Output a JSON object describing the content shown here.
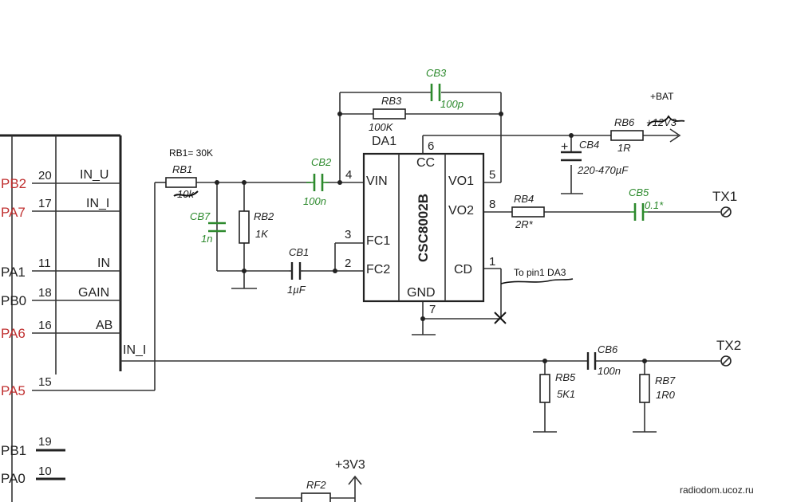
{
  "mcu": {
    "bus_label": "IN_I",
    "pins": [
      {
        "port": "PB2",
        "num": "20",
        "func": "IN_U",
        "red": true
      },
      {
        "port": "PA7",
        "num": "17",
        "func": "IN_I",
        "red": true
      },
      {
        "port": "PA1",
        "num": "11",
        "func": "IN",
        "red": false
      },
      {
        "port": "PB0",
        "num": "18",
        "func": "GAIN",
        "red": false
      },
      {
        "port": "PA6",
        "num": "16",
        "func": "AB",
        "red": true
      },
      {
        "port": "PA5",
        "num": "15",
        "func": "",
        "red": true
      },
      {
        "port": "PB1",
        "num": "19",
        "func": "",
        "red": false
      },
      {
        "port": "PA0",
        "num": "10",
        "func": "",
        "red": false
      }
    ]
  },
  "chip": {
    "name": "CSC8002B",
    "ref": "DA1",
    "pins": {
      "vin": "VIN",
      "cc": "CC",
      "vo1": "VO1",
      "vo2": "VO2",
      "fc1": "FC1",
      "fc2": "FC2",
      "cd": "CD",
      "gnd": "GND"
    },
    "pin_numbers": {
      "vin": "4",
      "cc": "6",
      "vo1": "5",
      "vo2": "8",
      "fc1": "3",
      "fc2": "2",
      "cd": "1",
      "gnd": "7"
    }
  },
  "components": {
    "rb1": {
      "ref": "RB1",
      "value": "10k"
    },
    "rb2": {
      "ref": "RB2",
      "value": "1K"
    },
    "rb3": {
      "ref": "RB3",
      "value": "100K"
    },
    "rb4": {
      "ref": "RB4",
      "value": "2R*"
    },
    "rb5": {
      "ref": "RB5",
      "value": "5K1"
    },
    "rb6": {
      "ref": "RB6",
      "value": "1R"
    },
    "rb7": {
      "ref": "RB7",
      "value": "1R0"
    },
    "cb1": {
      "ref": "CB1",
      "value": "1µF"
    },
    "cb2": {
      "ref": "CB2",
      "value": "100n"
    },
    "cb3": {
      "ref": "CB3",
      "value": "100p"
    },
    "cb4": {
      "ref": "CB4",
      "value": "220-470µF",
      "plus": "+"
    },
    "cb5": {
      "ref": "CB5",
      "value": "0.1*"
    },
    "cb6": {
      "ref": "CB6",
      "value": "100n"
    },
    "cb7": {
      "ref": "CB7",
      "value": "1n"
    },
    "rf2": {
      "ref": "RF2"
    }
  },
  "terminals": {
    "tx1": "TX1",
    "tx2": "TX2"
  },
  "supplies": {
    "bat": "+BAT",
    "v33": "+3V3",
    "bat_crossed": "+12V3"
  },
  "annotations": {
    "rb1_note": "RB1= 30K",
    "cd_note": "To pin1 DA3"
  },
  "watermark": "radiodom.ucoz.ru"
}
